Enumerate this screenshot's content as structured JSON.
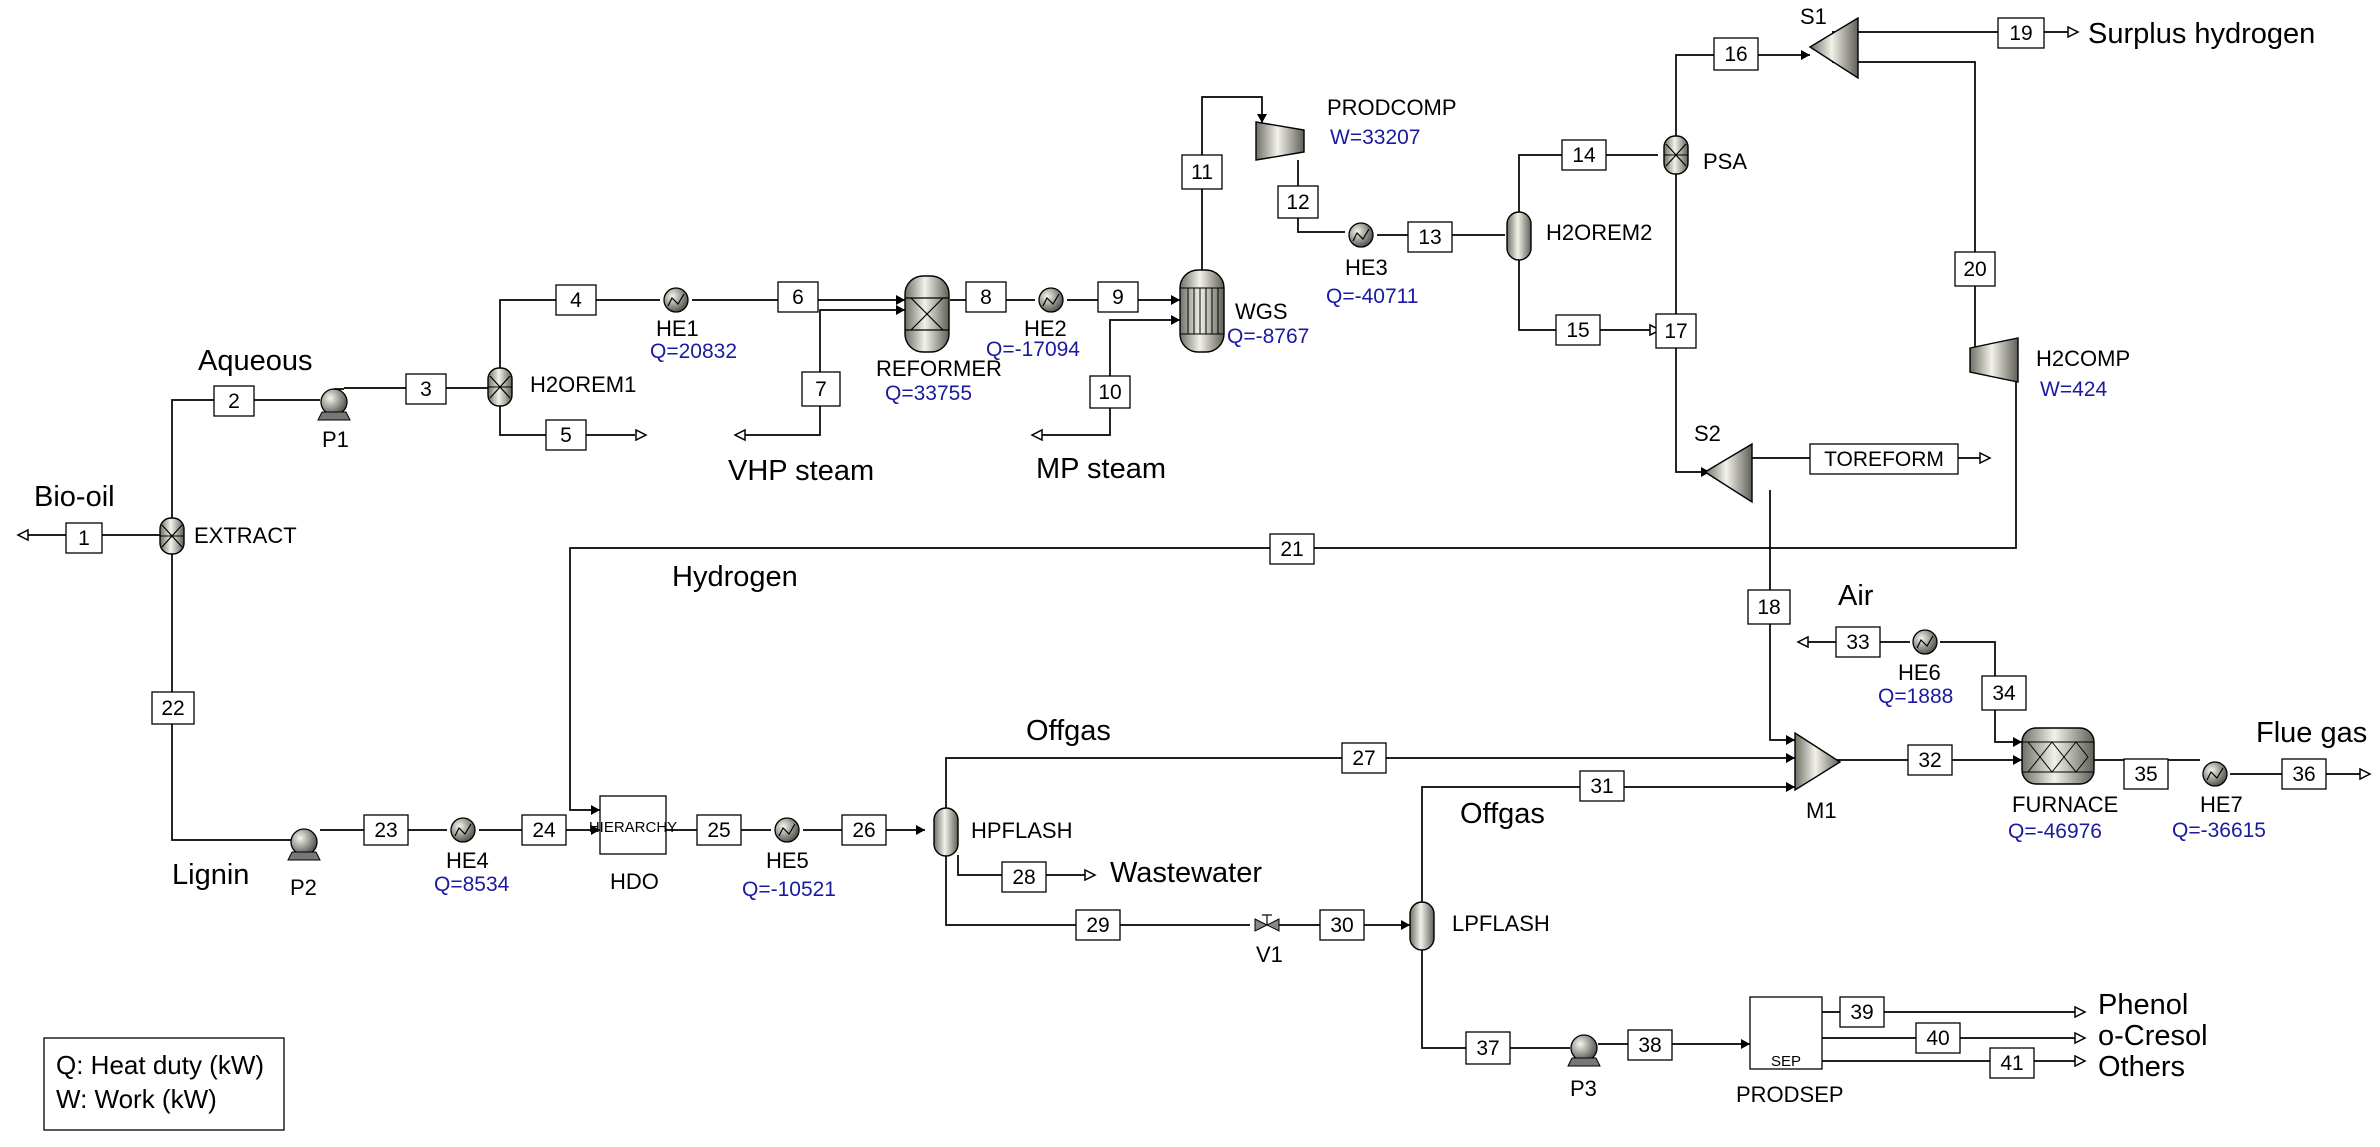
{
  "streams": [
    "1",
    "2",
    "3",
    "4",
    "5",
    "6",
    "7",
    "8",
    "9",
    "10",
    "11",
    "12",
    "13",
    "14",
    "15",
    "16",
    "17",
    "18",
    "19",
    "20",
    "21",
    "22",
    "23",
    "24",
    "25",
    "26",
    "27",
    "28",
    "29",
    "30",
    "31",
    "32",
    "33",
    "34",
    "35",
    "36",
    "37",
    "38",
    "39",
    "40",
    "41",
    "TOREFORM"
  ],
  "units": {
    "extract": "EXTRACT",
    "p1": "P1",
    "p2": "P2",
    "p3": "P3",
    "h2orem1": "H2OREM1",
    "h2orem2": "H2OREM2",
    "he1": "HE1",
    "he2": "HE2",
    "he3": "HE3",
    "he4": "HE4",
    "he5": "HE5",
    "he6": "HE6",
    "he7": "HE7",
    "reformer": "REFORMER",
    "wgs": "WGS",
    "prodcomp": "PRODCOMP",
    "psa": "PSA",
    "s1": "S1",
    "s2": "S2",
    "h2comp": "H2COMP",
    "m1": "M1",
    "furnace": "FURNACE",
    "hdo": "HDO",
    "hdo_inner": "HIERARCHY",
    "hpflash": "HPFLASH",
    "lpflash": "LPFLASH",
    "v1": "V1",
    "prodsep": "PRODSEP",
    "sep_inner": "SEP"
  },
  "duties": {
    "he1": "Q=20832",
    "he2": "Q=-17094",
    "he3": "Q=-40711",
    "he4": "Q=8534",
    "he5": "Q=-10521",
    "he6": "Q=1888",
    "he7": "Q=-36615",
    "reformer": "Q=33755",
    "wgs": "Q=-8767",
    "furnace": "Q=-46976",
    "prodcomp": "W=33207",
    "h2comp": "W=424"
  },
  "labels": {
    "bio_oil": "Bio-oil",
    "aqueous": "Aqueous",
    "lignin": "Lignin",
    "vhp_steam": "VHP steam",
    "mp_steam": "MP steam",
    "hydrogen": "Hydrogen",
    "surplus_hydrogen": "Surplus hydrogen",
    "air": "Air",
    "flue_gas": "Flue gas",
    "offgas1": "Offgas",
    "offgas2": "Offgas",
    "wastewater": "Wastewater",
    "phenol": "Phenol",
    "o_cresol": "o-Cresol",
    "others": "Others"
  },
  "legend": {
    "q": "Q: Heat duty (kW)",
    "w": "W: Work (kW)"
  }
}
